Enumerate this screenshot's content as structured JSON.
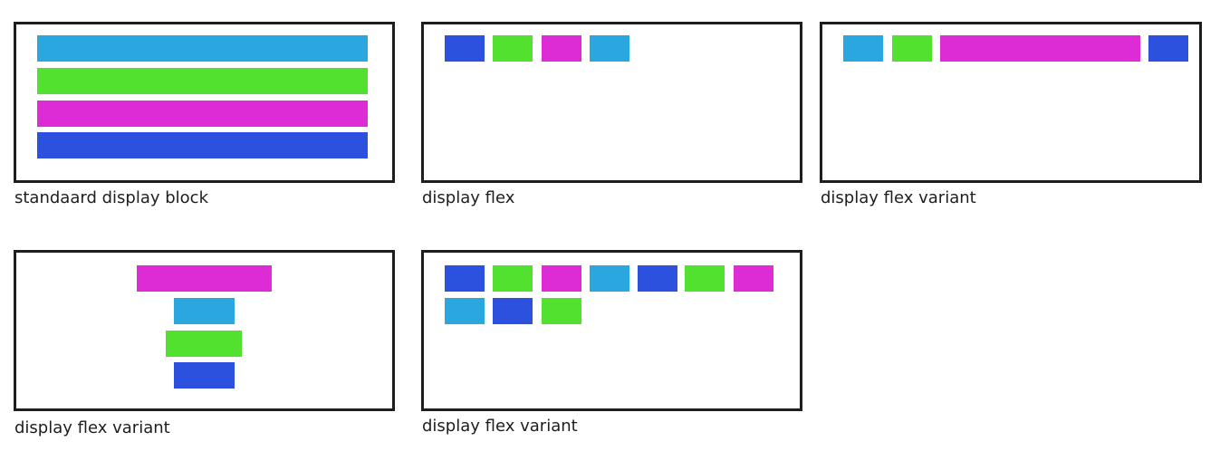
{
  "colors": {
    "blue": "#2b51de",
    "green": "#52e12f",
    "magenta": "#dd2bd5",
    "cyan": "#2ba7e0",
    "border": "#1e1e1e"
  },
  "panels": [
    {
      "caption": "standaard display block",
      "blocks": [
        "cyan",
        "green",
        "magenta",
        "blue"
      ]
    },
    {
      "caption": "display flex",
      "blocks": [
        "blue",
        "green",
        "magenta",
        "cyan"
      ]
    },
    {
      "caption": "display flex variant",
      "blocks": [
        "cyan",
        "green",
        "magenta",
        "blue"
      ]
    },
    {
      "caption": "display flex variant",
      "blocks": [
        "magenta",
        "cyan",
        "green",
        "blue"
      ]
    },
    {
      "caption": "display flex variant",
      "blocks": [
        "blue",
        "green",
        "magenta",
        "cyan",
        "blue",
        "green",
        "magenta",
        "cyan",
        "blue",
        "green"
      ]
    }
  ]
}
